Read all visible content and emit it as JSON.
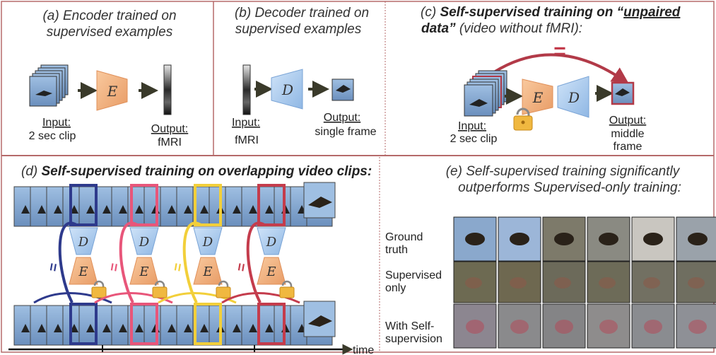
{
  "panel_a": {
    "title_1": "(a) Encoder trained on",
    "title_2": "supervised examples",
    "input_1": "Input:",
    "input_2": "2 sec clip",
    "output_1": "Output:",
    "output_2": "fMRI",
    "enc": "E"
  },
  "panel_b": {
    "title_1": "(b) Decoder trained on",
    "title_2": "supervised examples",
    "input_1": "Input:",
    "input_2": "fMRI",
    "output_1": "Output:",
    "output_2": "single frame",
    "dec": "D"
  },
  "panel_c": {
    "title_1a": "(c) ",
    "title_1b": "Self-supervised training on “",
    "title_1c": "unpaired",
    "title_2a": "data”",
    "title_2b": " (video without fMRI):",
    "input_1": "Input:",
    "input_2": "2 sec clip",
    "output_1": "Output:",
    "output_2": "middle",
    "output_3": "frame",
    "enc": "E",
    "dec": "D",
    "eq": "="
  },
  "panel_d": {
    "title_a": "(d) ",
    "title_b": "Self-supervised training on overlapping video clips:",
    "time": "time",
    "enc": "E",
    "dec": "D",
    "eq": "=",
    "colors": [
      "#2e3a8c",
      "#e8567a",
      "#f2cf3a",
      "#c43c4c"
    ]
  },
  "panel_e": {
    "title_1": "(e) Self-supervised training significantly",
    "title_2": "outperforms Supervised-only training:",
    "row1_1": "Ground",
    "row1_2": "truth",
    "row2_1": "Supervised",
    "row2_2": "only",
    "row3_1": "With Self-",
    "row3_2": "supervision"
  }
}
